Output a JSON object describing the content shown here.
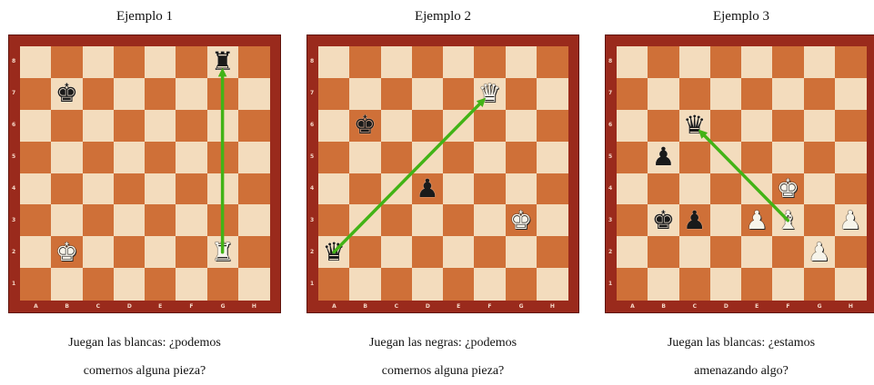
{
  "files": [
    "A",
    "B",
    "C",
    "D",
    "E",
    "F",
    "G",
    "H"
  ],
  "ranks": [
    "8",
    "7",
    "6",
    "5",
    "4",
    "3",
    "2",
    "1"
  ],
  "colors": {
    "board_frame": "#9a2a1c",
    "light_square": "#f3dcbd",
    "dark_square": "#cf7038",
    "arrow": "#42b316"
  },
  "examples": [
    {
      "title": "Ejemplo 1",
      "caption_line1": "Juegan las blancas: ¿podemos",
      "caption_line2": "comernos alguna pieza?",
      "pieces": [
        {
          "type": "rook",
          "color": "black",
          "square": "g8"
        },
        {
          "type": "king",
          "color": "black",
          "square": "b7"
        },
        {
          "type": "king",
          "color": "white",
          "square": "b2"
        },
        {
          "type": "rook",
          "color": "white",
          "square": "g2"
        }
      ],
      "arrows": [
        {
          "from": "g2",
          "to": "g8"
        }
      ]
    },
    {
      "title": "Ejemplo  2",
      "caption_line1": "Juegan las negras: ¿podemos",
      "caption_line2": "comernos alguna pieza?",
      "pieces": [
        {
          "type": "queen",
          "color": "white",
          "square": "f7"
        },
        {
          "type": "king",
          "color": "black",
          "square": "b6"
        },
        {
          "type": "pawn",
          "color": "black",
          "square": "d4"
        },
        {
          "type": "king",
          "color": "white",
          "square": "g3"
        },
        {
          "type": "queen",
          "color": "black",
          "square": "a2"
        }
      ],
      "arrows": [
        {
          "from": "a2",
          "to": "f7"
        }
      ]
    },
    {
      "title": "Ejemplo  3",
      "caption_line1": "Juegan las blancas: ¿estamos",
      "caption_line2": "amenazando algo?",
      "pieces": [
        {
          "type": "queen",
          "color": "black",
          "square": "c6"
        },
        {
          "type": "pawn",
          "color": "black",
          "square": "b5"
        },
        {
          "type": "king",
          "color": "white",
          "square": "f4"
        },
        {
          "type": "king",
          "color": "black",
          "square": "b3"
        },
        {
          "type": "pawn",
          "color": "black",
          "square": "c3"
        },
        {
          "type": "pawn",
          "color": "white",
          "square": "e3"
        },
        {
          "type": "bishop",
          "color": "white",
          "square": "f3"
        },
        {
          "type": "pawn",
          "color": "white",
          "square": "h3"
        },
        {
          "type": "pawn",
          "color": "white",
          "square": "g2"
        }
      ],
      "arrows": [
        {
          "from": "f3",
          "to": "c6"
        }
      ]
    }
  ]
}
